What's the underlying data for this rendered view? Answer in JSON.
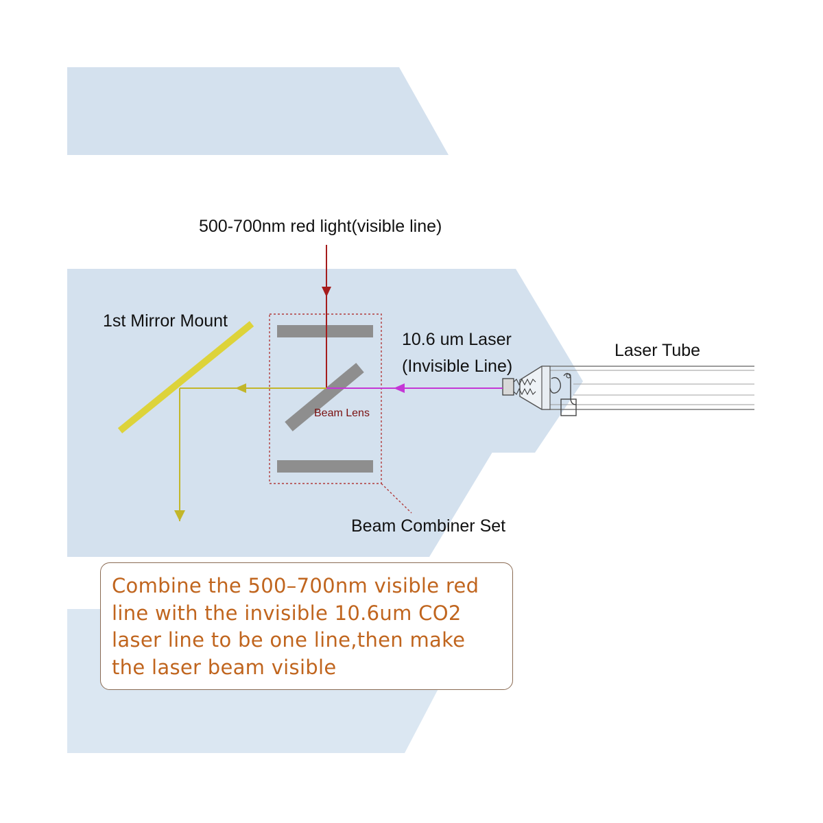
{
  "labels": {
    "red_light": "500-700nm red light(visible line)",
    "first_mirror": "1st Mirror Mount",
    "co2_laser_line1": "10.6 um Laser",
    "co2_laser_line2": "(Invisible Line)",
    "laser_tube": "Laser Tube",
    "beam_lens": "Beam Lens",
    "beam_combiner": "Beam Combiner Set"
  },
  "note": {
    "line1": "Combine the 500–700nm visible red",
    "line2": "line with the invisible 10.6um CO2",
    "line3": "laser line to be one line,then make",
    "line4": "the laser beam visible"
  },
  "colors": {
    "background_band": "#d4e1ee",
    "red_beam": "#a51c1c",
    "invisible_beam": "#c437d6",
    "combined_beam": "#c2b62a",
    "mirror": "#ddd33a",
    "lens": "#8e8e8e",
    "note_text": "#c0651e",
    "combiner_outline": "#b23a3a"
  }
}
